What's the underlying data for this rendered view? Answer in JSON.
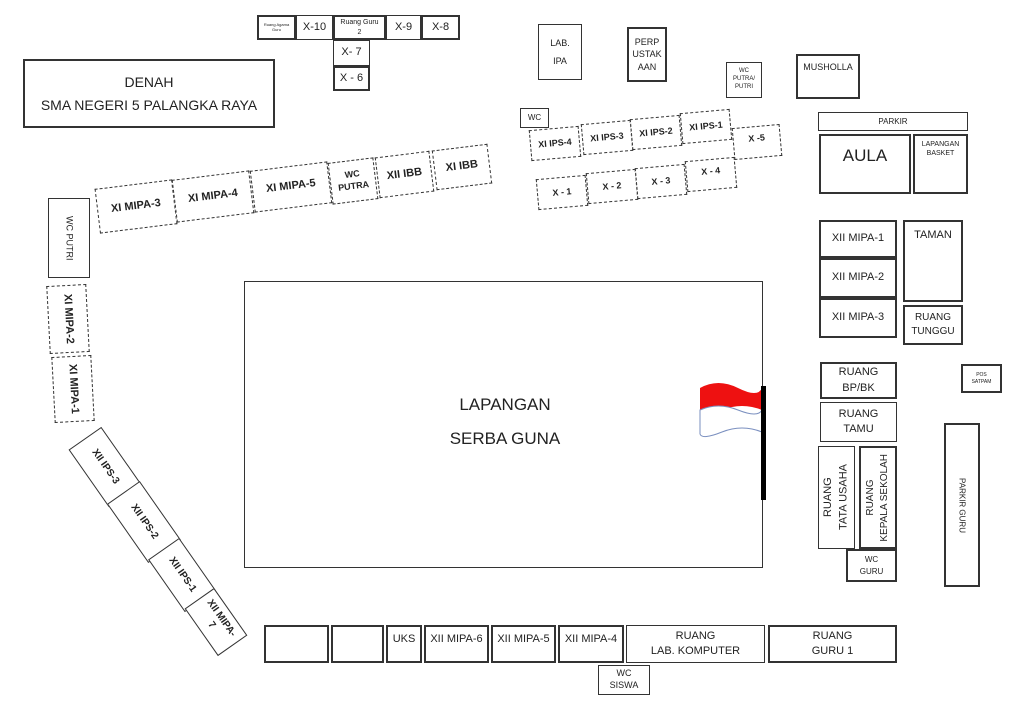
{
  "title": "DENAH\nSMA NEGERI 5 PALANGKA RAYA",
  "field": "LAPANGAN\nSERBA GUNA",
  "colors": {
    "flag_red": "#ee1111",
    "flag_white": "#ffffff",
    "pole": "#000000"
  },
  "top": {
    "agama": "Ruang Agama\nGuru",
    "x10": "X-10",
    "guru2": "Ruang Guru\n2",
    "x9": "X-9",
    "x8": "X-8",
    "x7": "X- 7",
    "x6": "X - 6"
  },
  "north": {
    "lab_ipa": "LAB.\nIPA",
    "perpus": "PERP\nUSTAK\nAAN",
    "wc_pp": "WC\nPUTRA/\nPUTRI",
    "musholla": "MUSHOLLA",
    "wc": "WC"
  },
  "ips_row": [
    "XI IPS-4",
    "XI IPS-3",
    "XI IPS-2",
    "XI IPS-1",
    "X -5"
  ],
  "x_row": [
    "X - 1",
    "X - 2",
    "X - 3",
    "X - 4"
  ],
  "left_row": [
    "XI MIPA-3",
    "XI MIPA-4",
    "XI MIPA-5",
    "WC\nPUTRA",
    "XII IBB",
    "XI IBB"
  ],
  "west": {
    "wc_putri": "WC PUTRI",
    "mipa2": "XI MIPA-2",
    "mipa1": "XI MIPA-1",
    "ips3": "XII IPS-3",
    "ips2": "XII IPS-2",
    "ips1": "XII IPS-1",
    "mipa7": "XII MIPA-\n7"
  },
  "east": {
    "parkir": "PARKIR",
    "aula": "AULA",
    "basket": "LAPANGAN\nBASKET",
    "xii_mipa1": "XII MIPA-1",
    "xii_mipa2": "XII MIPA-2",
    "xii_mipa3": "XII MIPA-3",
    "taman": "TAMAN",
    "tunggu": "RUANG\nTUNGGU",
    "bpbk": "RUANG\nBP/BK",
    "tamu": "RUANG\nTAMU",
    "tu": "RUANG\nTATA USAHA",
    "kepsek": "RUANG\nKEPALA SEKOLAH",
    "wc_guru": "WC\nGURU",
    "satpam": "POS\nSATPAM",
    "parkir_guru": "PARKIR GURU"
  },
  "bottom": {
    "uks": "UKS",
    "mipa6": "XII MIPA-6",
    "mipa5": "XII MIPA-5",
    "mipa4": "XII MIPA-4",
    "labkom": "RUANG\nLAB. KOMPUTER",
    "guru1": "RUANG\nGURU 1",
    "wc_siswa": "WC\nSISWA"
  }
}
